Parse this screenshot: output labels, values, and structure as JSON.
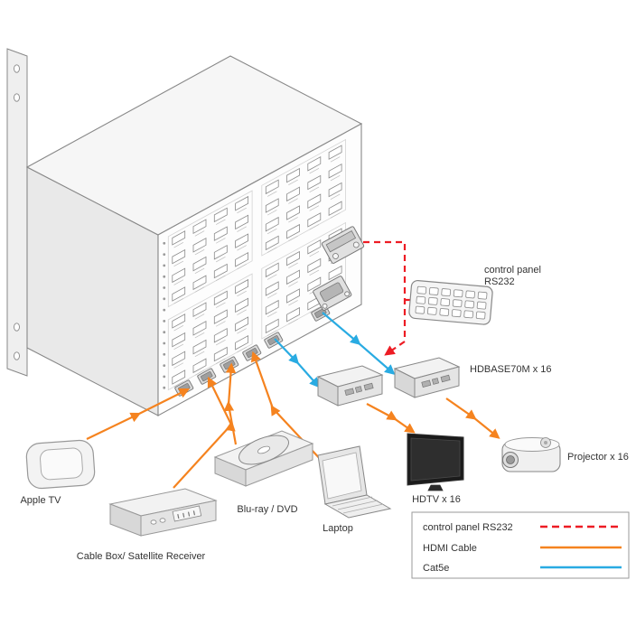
{
  "diagram": {
    "labels": {
      "apple_tv": "Apple TV",
      "cable_box": "Cable Box/ Satellite Receiver",
      "bluray": "Blu-ray / DVD",
      "laptop": "Laptop",
      "hdtv": "HDTV x 16",
      "projector": "Projector x 16",
      "hdbase": "HDBASE70M x 16",
      "control_panel_line1": "control panel",
      "control_panel_line2": "RS232"
    },
    "colors": {
      "hdmi": "#F5831F",
      "cat5e": "#29ABE2",
      "rs232": "#ED1C24"
    },
    "legend": {
      "items": [
        {
          "label": "control panel RS232",
          "type": "rs232",
          "style": "dashed"
        },
        {
          "label": "HDMI Cable",
          "type": "hdmi",
          "style": "solid"
        },
        {
          "label": "Cat5e",
          "type": "cat5e",
          "style": "solid"
        }
      ]
    }
  }
}
